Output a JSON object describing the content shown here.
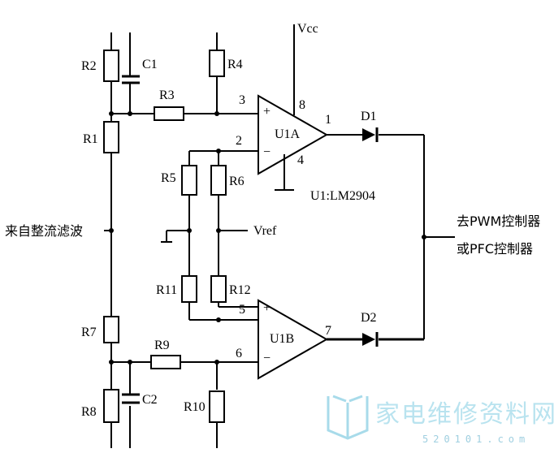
{
  "supply": {
    "vcc": "Vcc"
  },
  "ic": {
    "part": "U1:LM2904",
    "opamp_a": {
      "name": "U1A",
      "plus": "+",
      "minus": "−",
      "pin_noninv": "3",
      "pin_inv": "2",
      "pin_out": "1",
      "pin_vcc": "8",
      "pin_gnd": "4"
    },
    "opamp_b": {
      "name": "U1B",
      "plus": "+",
      "minus": "−",
      "pin_noninv": "5",
      "pin_inv": "6",
      "pin_out": "7"
    }
  },
  "components": {
    "r1": "R1",
    "r2": "R2",
    "r3": "R3",
    "r4": "R4",
    "r5": "R5",
    "r6": "R6",
    "r7": "R7",
    "r8": "R8",
    "r9": "R9",
    "r10": "R10",
    "r11": "R11",
    "r12": "R12",
    "c1": "C1",
    "c2": "C2",
    "d1": "D1",
    "d2": "D2"
  },
  "nets": {
    "vref": "Vref"
  },
  "labels": {
    "input": "来自整流滤波",
    "output_line1": "去PWM控制器",
    "output_line2": "或PFC控制器"
  },
  "watermark": {
    "text": "家电维修资料网",
    "sub": "520101.com"
  }
}
